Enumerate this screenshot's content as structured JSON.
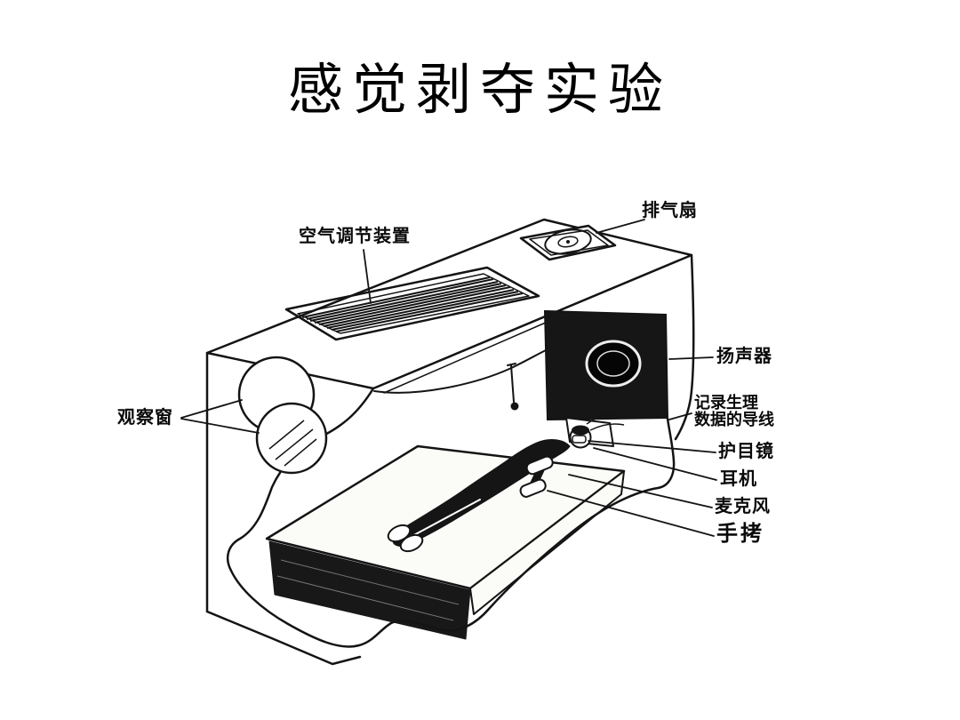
{
  "slide": {
    "title": "感觉剥夺实验",
    "background": "#ffffff",
    "ink": "#141414"
  },
  "diagram": {
    "labels": {
      "air_conditioner": "空气调节装置",
      "exhaust_fan": "排气扇",
      "speaker": "扬声器",
      "physio_wires_line1": "记录生理",
      "physio_wires_line2": "数据的导线",
      "goggles": "护目镜",
      "headphones": "耳机",
      "microphone": "麦克风",
      "handcuffs": "手拷",
      "observation_window": "观察窗"
    }
  }
}
